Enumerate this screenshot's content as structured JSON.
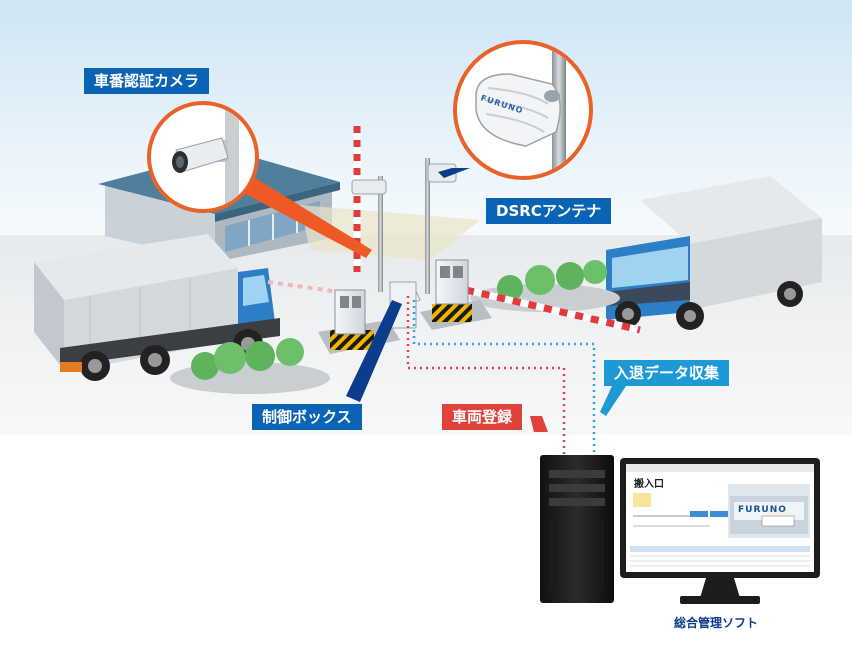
{
  "labels": {
    "plate_camera": "車番認証カメラ",
    "dsrc_antenna": "DSRCアンテナ",
    "control_box": "制御ボックス",
    "vehicle_registration": "車両登録",
    "entry_exit_data": "入退データ収集",
    "management_software": "総合管理ソフト"
  },
  "screen": {
    "title": "搬入口",
    "brand_on_truck": "FURUNO"
  },
  "antenna_brand": "FURUNO",
  "colors": {
    "label_blue": "#0b63b6",
    "label_sky": "#1d9ad6",
    "label_red": "#e0413b",
    "highlight_ring": "#e8622a",
    "pointer_orange": "#ef5a24",
    "data_link_red": "#e8404a",
    "data_link_blue": "#2aa7dc",
    "caption_navy": "#0b3d8c"
  },
  "icons": [
    "camera-icon",
    "antenna-icon",
    "control-box-icon",
    "server-icon",
    "monitor-icon",
    "truck-icon",
    "gate-barrier-icon",
    "building-icon"
  ]
}
